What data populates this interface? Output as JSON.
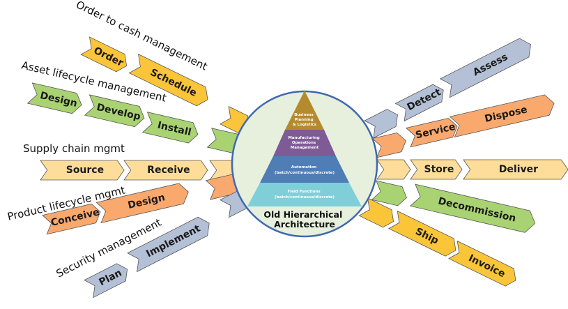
{
  "colors": {
    "yellow": "#fbc53a",
    "green": "#a9d372",
    "light_orange": "#fddd99",
    "orange": "#f9a96e",
    "blue_gray": "#b4c0d6",
    "circle_fill": "#e6f0dc",
    "circle_stroke": "#3f68b0",
    "pyr_business": "#b58a2d",
    "pyr_mom": "#7e5b97",
    "pyr_automation": "#4f7db6",
    "pyr_field": "#80cfd8"
  },
  "center": {
    "title_line1": "Old Hierarchical",
    "title_line2": "Architecture",
    "pyramid": [
      {
        "lines": [
          "Business",
          "Planning",
          "& Logistics"
        ]
      },
      {
        "lines": [
          "Manufacturing",
          "Operations",
          "Management"
        ]
      },
      {
        "lines": [
          "Automation",
          "(batch/continuous/discrete)"
        ]
      },
      {
        "lines": [
          "Field Functions",
          "(batch/continuous/discrete)"
        ]
      }
    ]
  },
  "processes": {
    "order_to_cash": {
      "label": "Order to cash management",
      "steps": [
        "Order",
        "Schedule"
      ],
      "return_steps": [
        "Ship",
        "Invoice"
      ]
    },
    "asset_lifecycle": {
      "label": "Asset lifecycle management",
      "steps": [
        "Design",
        "Develop",
        "Install"
      ],
      "return_steps": [
        "Decommission"
      ]
    },
    "supply_chain": {
      "label": "Supply chain mgmt",
      "steps": [
        "Source",
        "Receive"
      ],
      "return_steps": [
        "Store",
        "Deliver"
      ]
    },
    "product_lifecycle": {
      "label": "Product lifecycle mgmt",
      "steps": [
        "Conceive",
        "Design"
      ],
      "return_steps": [
        "Service",
        "Dispose"
      ]
    },
    "security": {
      "label": "Security management",
      "steps": [
        "Plan",
        "Implement"
      ],
      "return_steps": [
        "Detect",
        "Assess"
      ]
    }
  }
}
